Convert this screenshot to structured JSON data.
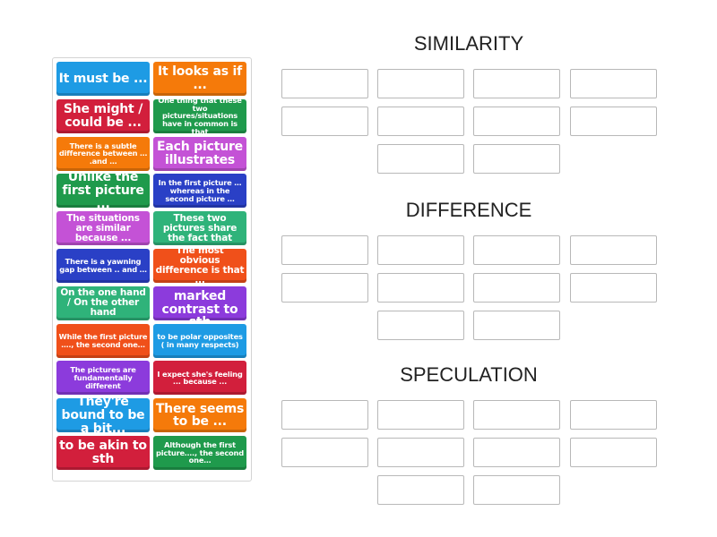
{
  "tiles": [
    {
      "text": "It must be ...",
      "color": "#1e9be4",
      "size": "lg"
    },
    {
      "text": "It looks as if ...",
      "color": "#f57a0a",
      "size": "lg"
    },
    {
      "text": "She might / could be ...",
      "color": "#d21f3c",
      "size": "lg"
    },
    {
      "text": "One thing that these two pictures/situations have in common is that",
      "color": "#1f9a4c",
      "size": "sm"
    },
    {
      "text": "There is a subtle difference between … .and …",
      "color": "#f57a0a",
      "size": "sm"
    },
    {
      "text": "Each picture illustrates",
      "color": "#c452d6",
      "size": "lg"
    },
    {
      "text": "Unlike the first picture ...",
      "color": "#1f9a4c",
      "size": "lg"
    },
    {
      "text": "In the first picture … whereas in the second picture …",
      "color": "#2a40c6",
      "size": "sm"
    },
    {
      "text": "The situations are similar because ...",
      "color": "#c452d6",
      "size": "md"
    },
    {
      "text": "These two pictures share the fact that",
      "color": "#2fb37a",
      "size": "md"
    },
    {
      "text": "There is a yawning gap between .. and …",
      "color": "#2a40c6",
      "size": "sm"
    },
    {
      "text": "The most obvious difference is that ...",
      "color": "#f0501a",
      "size": "md"
    },
    {
      "text": "On the one hand / On the other hand",
      "color": "#2fb37a",
      "size": "md"
    },
    {
      "text": "to be in marked contrast to sth",
      "color": "#8c3bdc",
      "size": "lg"
    },
    {
      "text": "While the first picture …., the second one…",
      "color": "#f0501a",
      "size": "sm"
    },
    {
      "text": "to be polar opposites ( in many respects)",
      "color": "#1e9be4",
      "size": "sm"
    },
    {
      "text": "The pictures are fundamentally different",
      "color": "#8c3bdc",
      "size": "sm"
    },
    {
      "text": "I expect she's feeling ... because ...",
      "color": "#d21f3c",
      "size": "sm"
    },
    {
      "text": "They're bound to be a bit...",
      "color": "#1e9be4",
      "size": "lg"
    },
    {
      "text": "There seems to be ...",
      "color": "#f57a0a",
      "size": "lg"
    },
    {
      "text": "to be akin to sth",
      "color": "#d21f3c",
      "size": "lg"
    },
    {
      "text": "Although the first picture…., the second one…",
      "color": "#1f9a4c",
      "size": "sm"
    }
  ],
  "groups": [
    {
      "title": "SIMILARITY",
      "slots": 10
    },
    {
      "title": "DIFFERENCE",
      "slots": 10
    },
    {
      "title": "SPECULATION",
      "slots": 10
    }
  ]
}
